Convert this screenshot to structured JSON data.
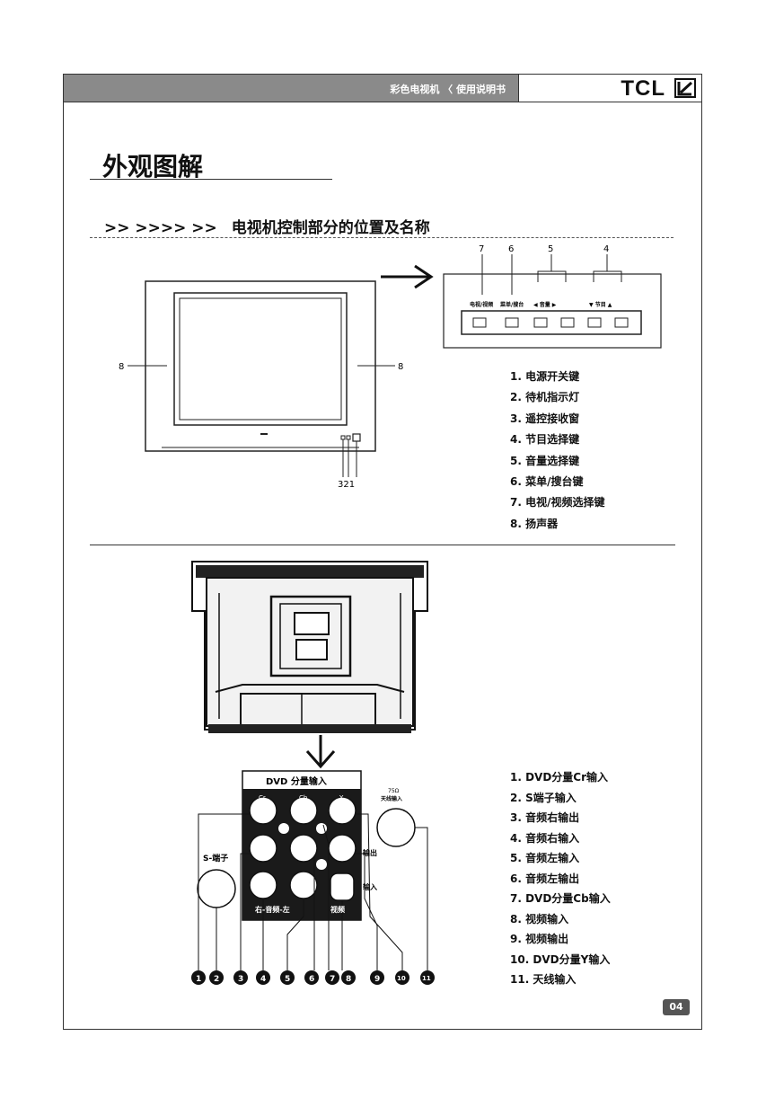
{
  "header": {
    "subtitle": "彩色电视机 〈 使用说明书",
    "brand": "TCL"
  },
  "page_title": "外观图解",
  "section": {
    "arrows": ">> >>>> >>",
    "title": "电视机控制部分的位置及名称"
  },
  "front_panel": {
    "callouts": [
      "7",
      "6",
      "5",
      "4"
    ],
    "button_labels": [
      "电视/视频",
      "菜单/搜台",
      "◀ 音量 ▶",
      "▼ 节目 ▲"
    ],
    "side_callouts": [
      "8",
      "8"
    ],
    "bottom_callouts": "321",
    "legend": [
      "1. 电源开关键",
      "2. 待机指示灯",
      "3. 遥控接收窗",
      "4. 节目选择键",
      "5. 音量选择键",
      "6. 菜单/搜台键",
      "7. 电视/视频选择键",
      "8. 扬声器"
    ]
  },
  "rear_panel": {
    "dvd_header": "DVD 分量输入",
    "jack_labels": [
      "Cr",
      "Cb",
      "Y"
    ],
    "antenna_label_line1": "75Ω",
    "antenna_label_line2": "天线输入",
    "s_terminal": "S-端子",
    "output_label": "输出",
    "input_label": "输入",
    "lr_label": "右-音频-左",
    "video_label": "视频",
    "callout_numbers": [
      "1",
      "2",
      "3",
      "4",
      "5",
      "6",
      "7",
      "8",
      "9",
      "10",
      "11"
    ],
    "legend": [
      "1. DVD分量Cr输入",
      "2. S端子输入",
      "3. 音频右输出",
      "4. 音频右输入",
      "5. 音频左输入",
      "6. 音频左输出",
      "7. DVD分量Cb输入",
      "8. 视频输入",
      "9. 视频输出",
      "10. DVD分量Y输入",
      "11. 天线输入"
    ]
  },
  "page_number": "04"
}
